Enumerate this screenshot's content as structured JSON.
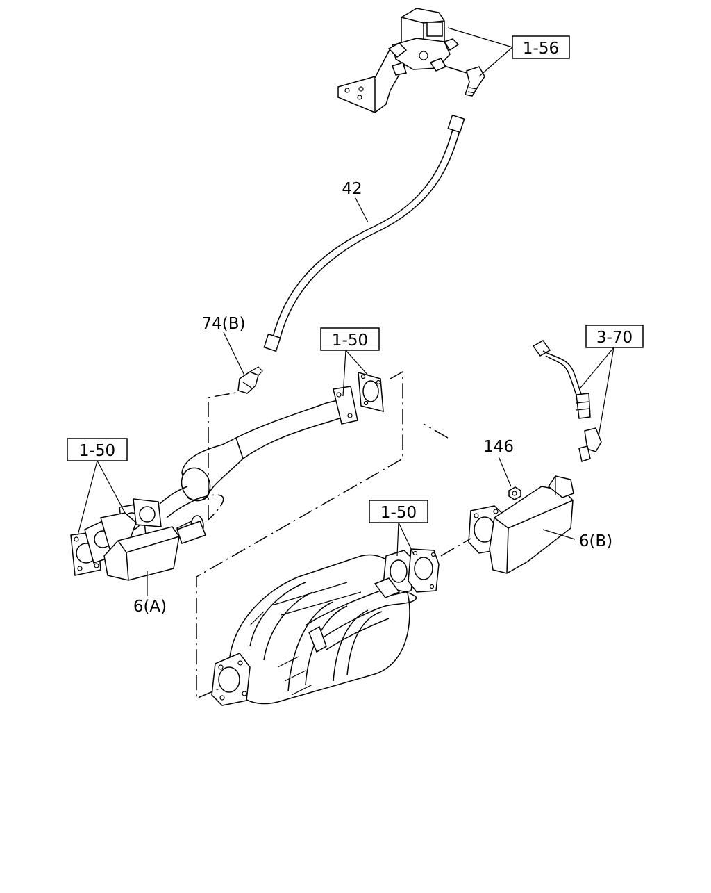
{
  "callouts": {
    "ref_1_56": "1-56",
    "part_42": "42",
    "part_74b": "74(B)",
    "ref_1_50_upper": "1-50",
    "ref_3_70": "3-70",
    "ref_1_50_left": "1-50",
    "part_146": "146",
    "ref_1_50_center": "1-50",
    "part_6b": "6(B)",
    "part_6a": "6(A)"
  }
}
